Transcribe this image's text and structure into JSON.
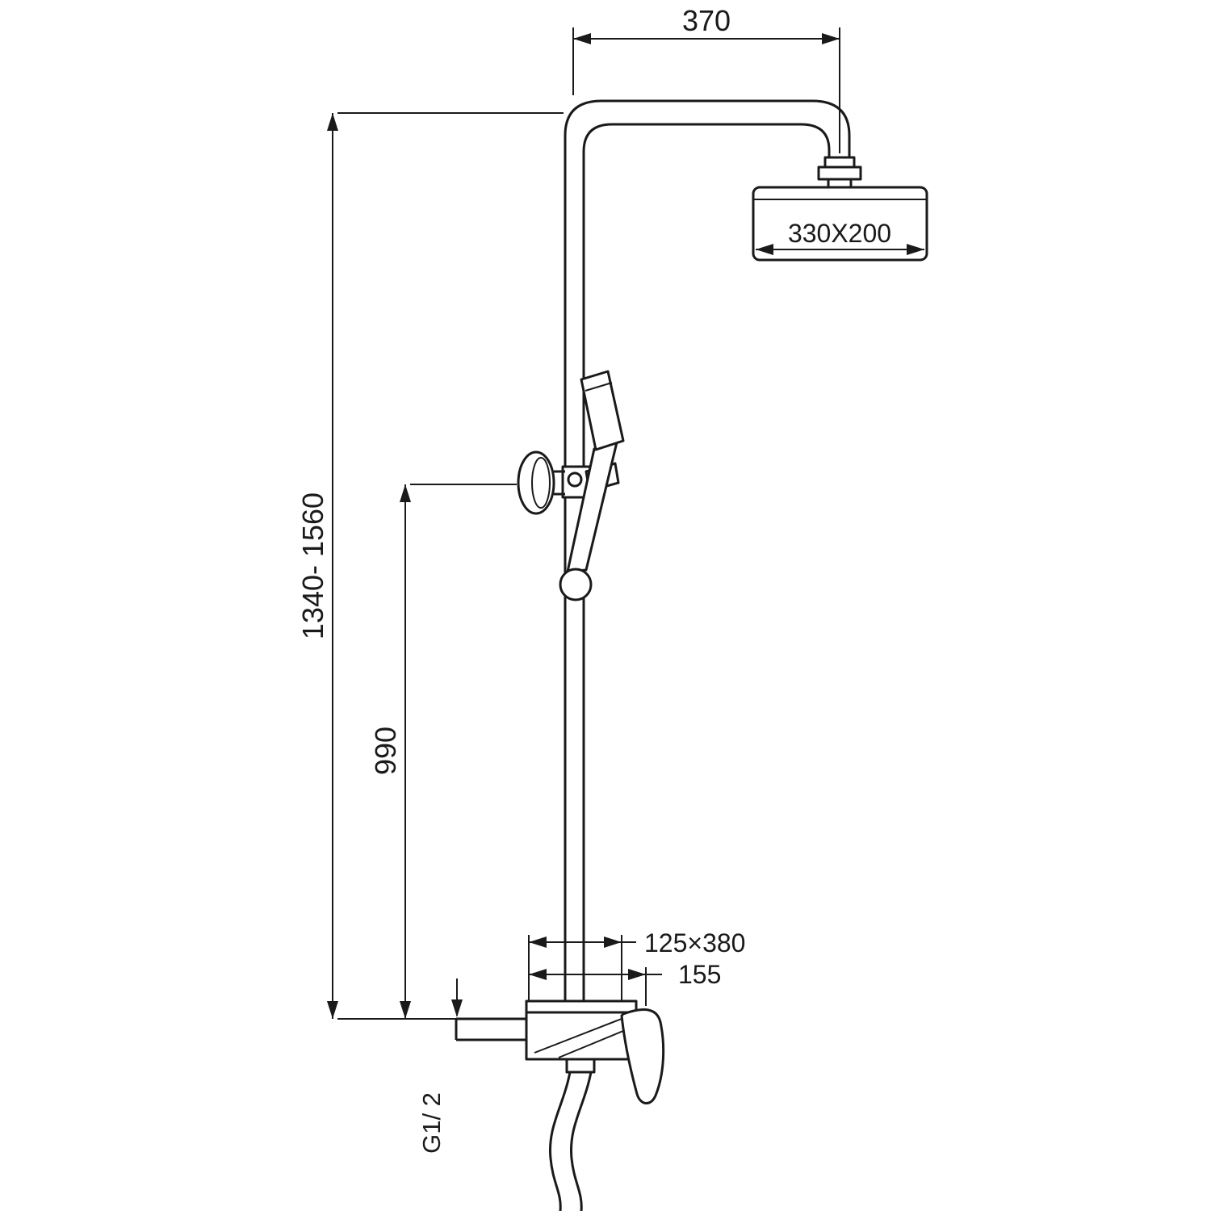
{
  "colors": {
    "ink": "#1a1a1a",
    "background": "#ffffff"
  },
  "labels": {
    "arm_width": "370",
    "head_size": "330X200",
    "height_range": "1340- 1560",
    "holder_height": "990",
    "mixer_width": "125×380",
    "mixer_handle_width": "155",
    "spout_thread": "G1/ 2"
  }
}
